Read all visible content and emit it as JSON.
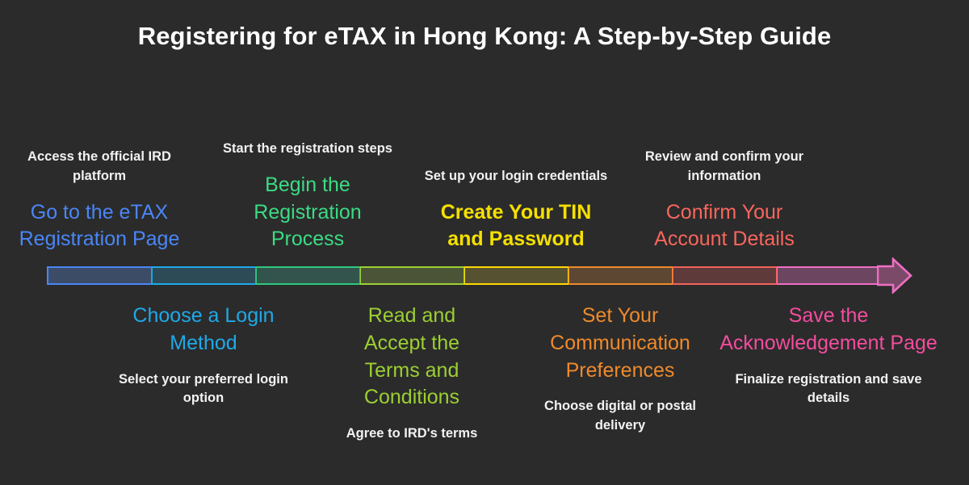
{
  "title": "Registering for eTAX in Hong Kong: A Step-by-Step Guide",
  "background_color": "#2b2b2b",
  "arrow": {
    "head_color": "#ee6fc4",
    "head_fill": "#7a4a68"
  },
  "steps": [
    {
      "number": 1,
      "position": "top",
      "caption": "Access the official IRD platform",
      "title": "Go to the eTAX Registration Page",
      "color": "#4a86f7",
      "bold": false
    },
    {
      "number": 2,
      "position": "bottom",
      "caption": "Select your preferred login option",
      "title": "Choose a Login Method",
      "color": "#1fa9e8",
      "bold": false
    },
    {
      "number": 3,
      "position": "top",
      "caption": "Start the registration steps",
      "title": "Begin the Registration Process",
      "color": "#3cdb84",
      "bold": false
    },
    {
      "number": 4,
      "position": "bottom",
      "caption": "Agree to IRD's terms",
      "title": "Read and Accept the Terms and Conditions",
      "color": "#9ccf33",
      "bold": false
    },
    {
      "number": 5,
      "position": "top",
      "caption": "Set up your login credentials",
      "title": "Create Your TIN and Password",
      "color": "#f5e000",
      "bold": true
    },
    {
      "number": 6,
      "position": "bottom",
      "caption": "Choose digital or postal delivery",
      "title": "Set Your Communication Preferences",
      "color": "#ef8a2b",
      "bold": false
    },
    {
      "number": 7,
      "position": "top",
      "caption": "Review and confirm your information",
      "title": "Confirm Your Account Details",
      "color": "#f9665c",
      "bold": false
    },
    {
      "number": 8,
      "position": "bottom",
      "caption": "Finalize registration and save details",
      "title": "Save the Acknowledgement Page",
      "color": "#f44c9e",
      "bold": false
    }
  ],
  "segments": [
    {
      "index": 1,
      "border_color": "#4a86f7",
      "fill_color": "#3d4c66"
    },
    {
      "index": 2,
      "border_color": "#1fa9e8",
      "fill_color": "#2d4a57"
    },
    {
      "index": 3,
      "border_color": "#2ec87d",
      "fill_color": "#33544c"
    },
    {
      "index": 4,
      "border_color": "#9ccf33",
      "fill_color": "#4c5437"
    },
    {
      "index": 5,
      "border_color": "#ffd700",
      "fill_color": "#565231"
    },
    {
      "index": 6,
      "border_color": "#ef8a2b",
      "fill_color": "#5d4733"
    },
    {
      "index": 7,
      "border_color": "#f4615c",
      "fill_color": "#5f3a3a"
    },
    {
      "index": 8,
      "border_color": "#ee6fc4",
      "fill_color": "#6c4660"
    }
  ]
}
